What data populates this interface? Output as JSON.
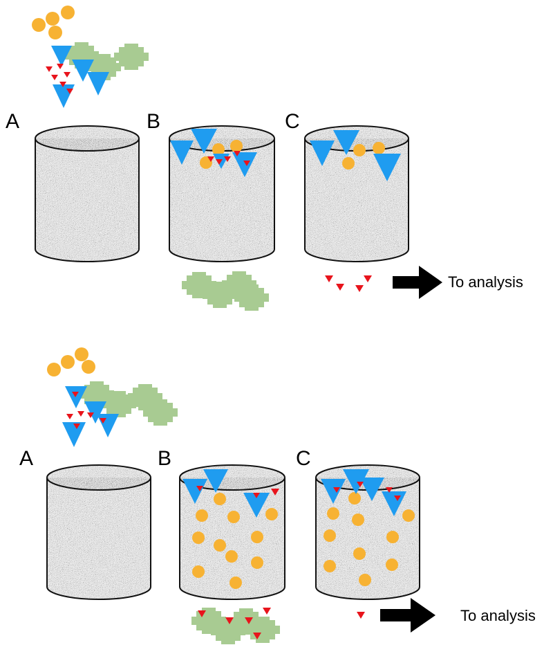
{
  "top_panel": {
    "step_labels": [
      "A",
      "B",
      "C"
    ],
    "arrow_label": "To analysis"
  },
  "bottom_panel": {
    "step_labels": [
      "A",
      "B",
      "C"
    ],
    "arrow_label": "To analysis"
  },
  "colors": {
    "background": "#ffffff",
    "cylinder_texture": "#8a8a8a",
    "cylinder_outline": "#111111",
    "orange_particle": "#f7b233",
    "blue_triangle": "#1f9cf0",
    "red_marker": "#e8141c",
    "green_block": "#a8cb92",
    "arrow": "#000000"
  },
  "icons": [
    "orange-circle-icon",
    "blue-triangle-icon",
    "red-small-triangle-icon",
    "green-block-icon",
    "right-arrow-icon",
    "cylinder-column-icon"
  ]
}
